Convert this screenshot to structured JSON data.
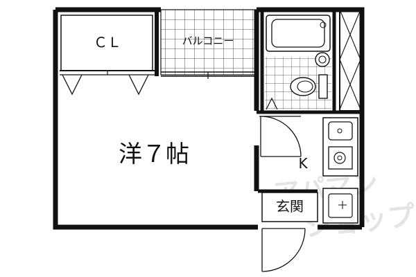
{
  "floorplan": {
    "rooms": {
      "closet": "ＣＬ",
      "balcony": "バルコニー",
      "western_room": "洋７帖",
      "kitchen": "K",
      "entrance": "玄関"
    },
    "watermark": "アパマンショップ",
    "colors": {
      "line": "#111111",
      "background": "#ffffff",
      "watermark": "#d4d4d4"
    }
  }
}
